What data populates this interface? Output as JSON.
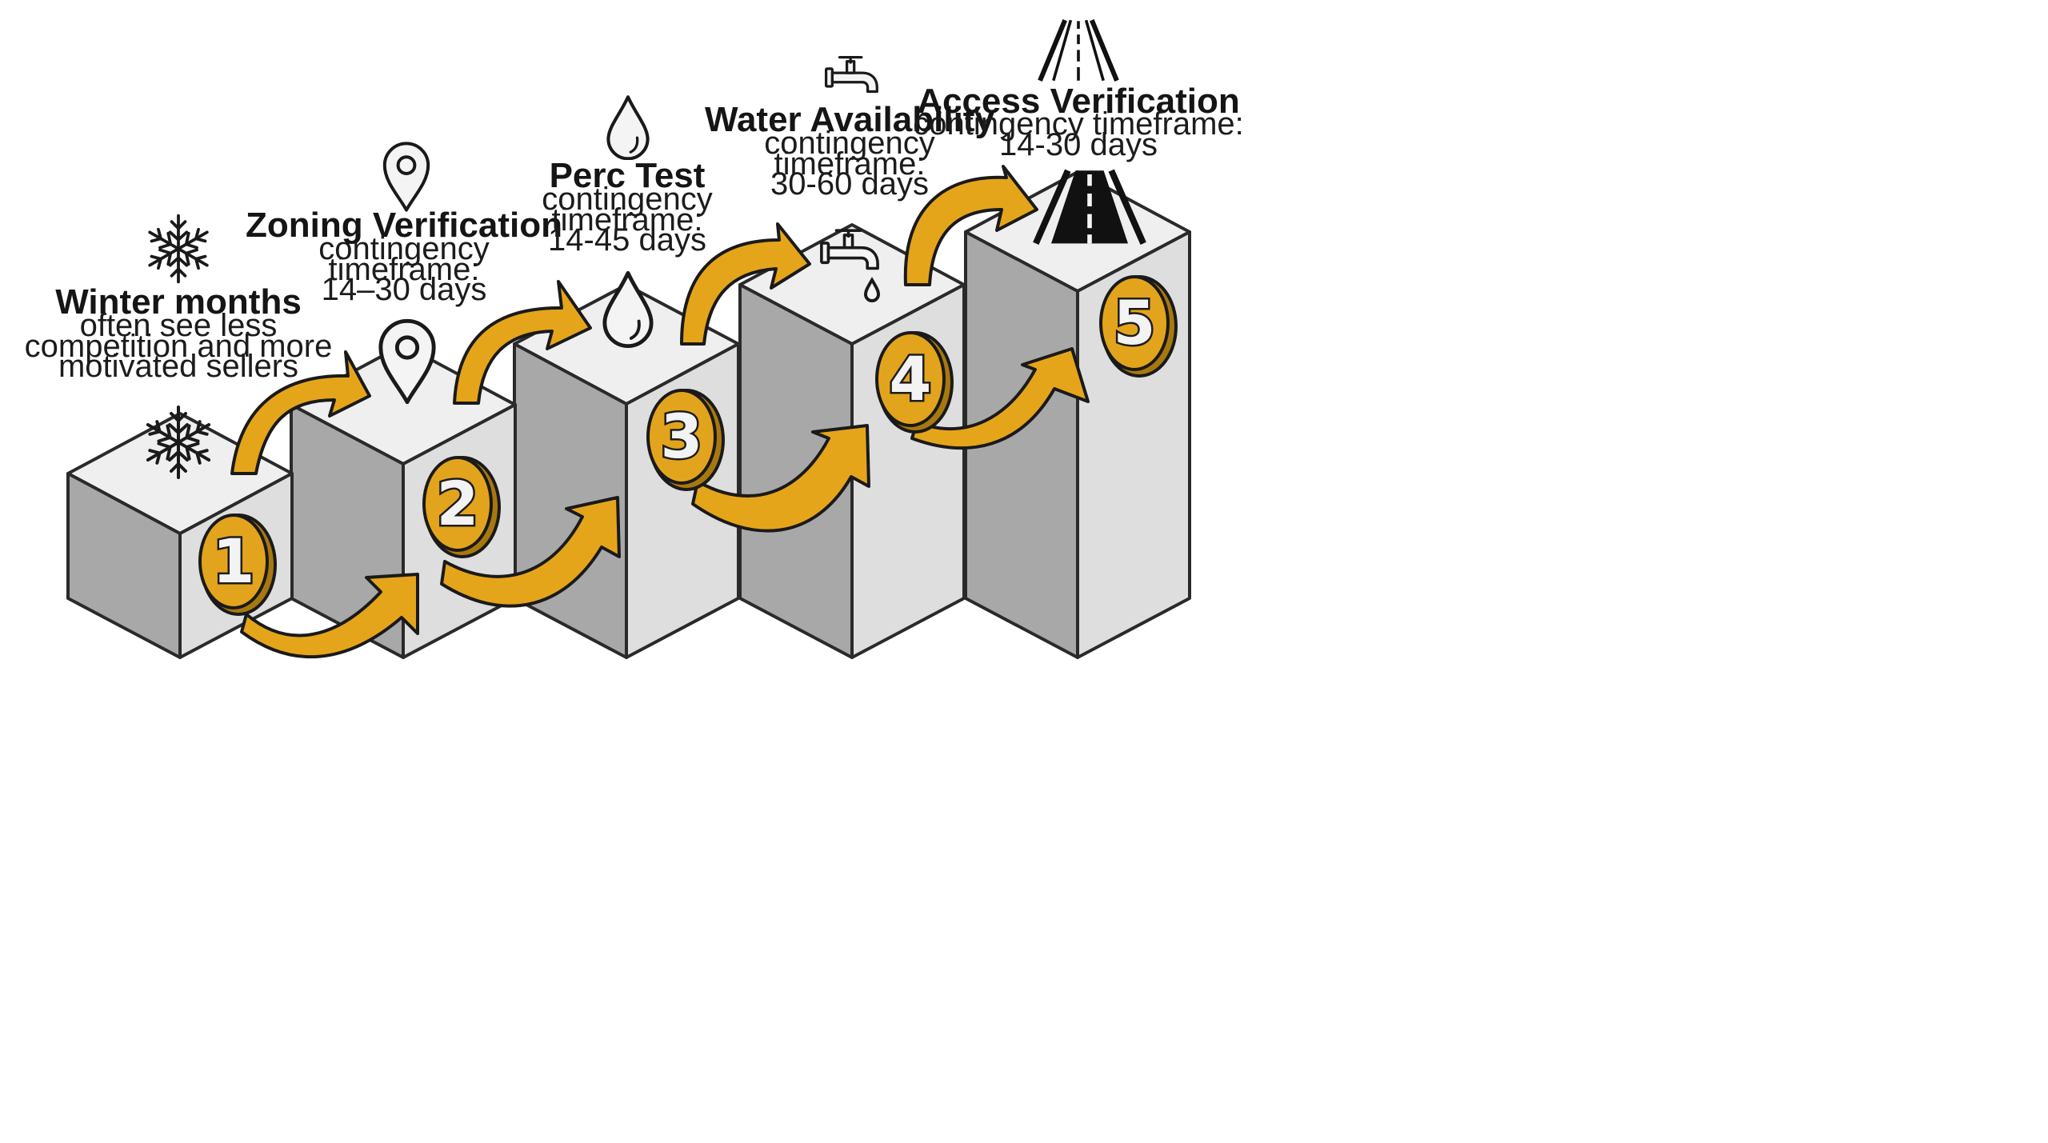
{
  "colors": {
    "background": "#ffffff",
    "block_top": "#eeeeee",
    "block_left": "#a9a9a9",
    "block_right": "#dcdcdc",
    "outline": "#2a2a2a",
    "arrow": "#e5a51b",
    "arrow_shade": "#b57e10",
    "medallion": "#e3a41d",
    "medallion_rim": "#a87810"
  },
  "steps": [
    {
      "number": "1",
      "icon": "snowflake-icon",
      "title": "Winter months",
      "lines": [
        "often see less",
        "competition and more",
        "motivated sellers"
      ]
    },
    {
      "number": "2",
      "icon": "map-pin-icon",
      "title": "Zoning Verification",
      "lines": [
        "contingency",
        "timeframe:",
        "14–30 days"
      ]
    },
    {
      "number": "3",
      "icon": "water-drop-icon",
      "title": "Perc Test",
      "lines": [
        "contingency",
        "timeframe:",
        "14-45 days"
      ]
    },
    {
      "number": "4",
      "icon": "water-faucet-icon",
      "title": "Water Availability",
      "lines": [
        "contingency",
        "timeframe:",
        "30-60 days"
      ]
    },
    {
      "number": "5",
      "icon": "road-icon",
      "title": "Access Verification",
      "lines": [
        "contingency timeframe:",
        "14-30 days"
      ]
    }
  ]
}
